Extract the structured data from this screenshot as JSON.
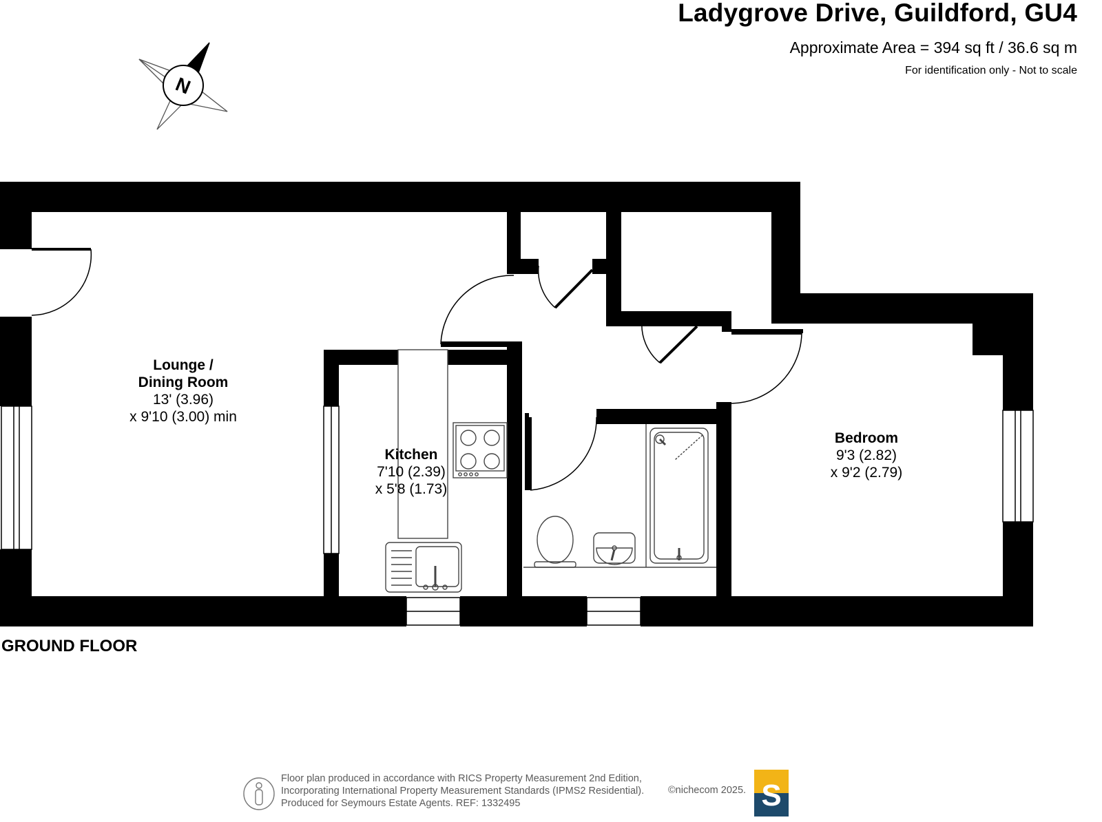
{
  "header": {
    "title": "Ladygrove Drive, Guildford, GU4",
    "area": "Approximate Area = 394 sq ft / 36.6 sq m",
    "note": "For identification only - Not to scale"
  },
  "compass": {
    "label": "N",
    "icon": "compass-icon"
  },
  "rooms": {
    "lounge": {
      "name_line1": "Lounge /",
      "name_line2": "Dining Room",
      "dim1": "13' (3.96)",
      "dim2": "x 9'10 (3.00) min"
    },
    "kitchen": {
      "name": "Kitchen",
      "dim1": "7'10 (2.39)",
      "dim2": "x 5'8 (1.73)"
    },
    "bedroom": {
      "name": "Bedroom",
      "dim1": "9'3 (2.82)",
      "dim2": "x 9'2 (2.79)"
    }
  },
  "floor_label": "GROUND FLOOR",
  "footer": {
    "line1": "Floor plan produced in accordance with RICS Property Measurement 2nd Edition,",
    "line2": "Incorporating International Property Measurement Standards (IPMS2 Residential).",
    "line3": "Produced for Seymours Estate Agents.   REF: 1332495",
    "copyright": "©nichecom 2025.",
    "icon": "person-icon"
  },
  "logo": {
    "letter": "S",
    "top_color": "#f2b417",
    "bottom_color": "#1d4a6b"
  },
  "colors": {
    "wall": "#000000",
    "fixture_line": "#444444"
  }
}
